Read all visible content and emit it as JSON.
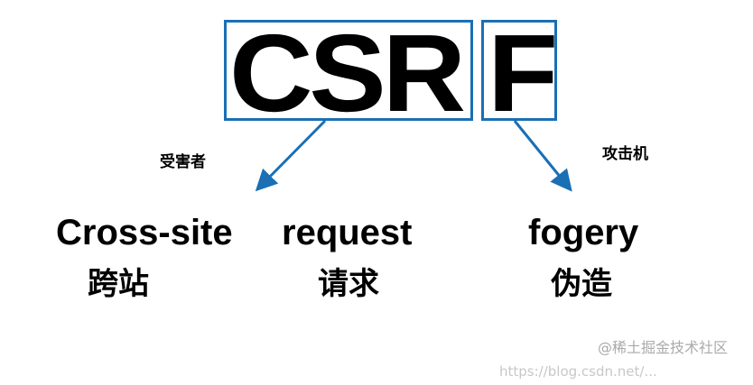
{
  "acronym": {
    "part1": "CSR",
    "part2": "F"
  },
  "labels": {
    "victim": "受害者",
    "attacker": "攻击机"
  },
  "phrase": {
    "cross_site": "Cross-site",
    "request": "request",
    "forgery": "fogery"
  },
  "translation": {
    "cross_site": "跨站",
    "request": "请求",
    "forgery": "伪造"
  },
  "watermark": {
    "url": "https://blog.csdn.net/...",
    "brand": "@稀土掘金技术社区"
  },
  "colors": {
    "accent": "#1a6fb5"
  }
}
